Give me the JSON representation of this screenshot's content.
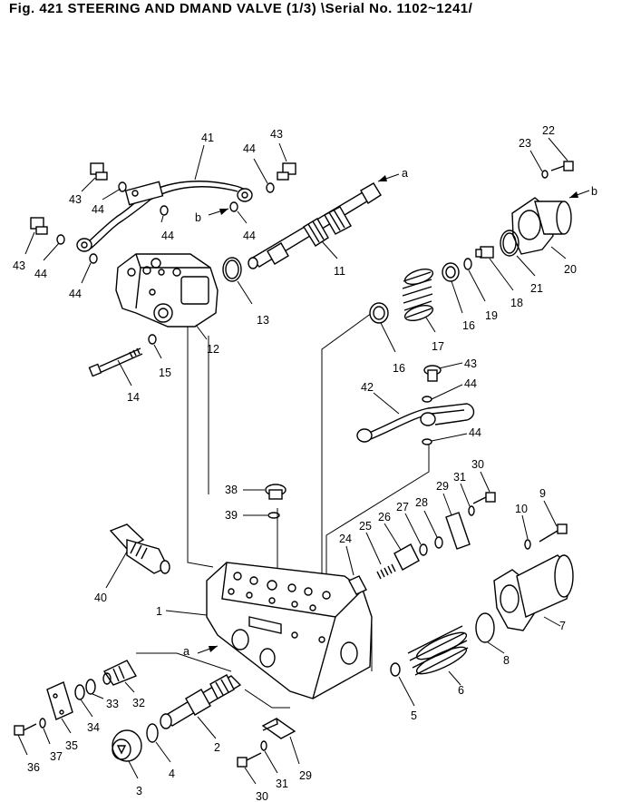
{
  "figure": {
    "title": "Fig. 421   STEERING AND DMAND VALVE (1/3) \\Serial No. 1102~1241/"
  },
  "part_numbers": [
    "1",
    "2",
    "3",
    "4",
    "5",
    "6",
    "7",
    "8",
    "9",
    "10",
    "11",
    "12",
    "13",
    "14",
    "15",
    "16",
    "17",
    "18",
    "19",
    "20",
    "21",
    "22",
    "23",
    "24",
    "25",
    "26",
    "27",
    "28",
    "29",
    "30",
    "31",
    "32",
    "33",
    "34",
    "35",
    "36",
    "37",
    "38",
    "39",
    "40",
    "41",
    "42",
    "43",
    "44"
  ],
  "labels": {
    "p41": "41",
    "p44_a": "44",
    "p43_a": "43",
    "p43_b": "43",
    "p44_b": "44",
    "p44_c": "44",
    "p43_c": "43",
    "p44_d": "44",
    "p44_e": "44",
    "p44_f": "44",
    "p12": "12",
    "p13": "13",
    "p11": "11",
    "p14": "14",
    "p15": "15",
    "p22": "22",
    "p23": "23",
    "p20": "20",
    "p21": "21",
    "p18": "18",
    "p19": "19",
    "p16_a": "16",
    "p17": "17",
    "p16_b": "16",
    "p43_d": "43",
    "p44_g": "44",
    "p42": "42",
    "p44_h": "44",
    "p38": "38",
    "p39": "39",
    "p40": "40",
    "p1": "1",
    "p30_a": "30",
    "p31_a": "31",
    "p29_a": "29",
    "p28": "28",
    "p27": "27",
    "p26": "26",
    "p25": "25",
    "p24": "24",
    "p9": "9",
    "p10": "10",
    "p7": "7",
    "p8": "8",
    "p6": "6",
    "p5": "5",
    "p2": "2",
    "p4": "4",
    "p3": "3",
    "p32": "32",
    "p33": "33",
    "p34": "34",
    "p35": "35",
    "p36": "36",
    "p37": "37",
    "p29_b": "29",
    "p30_b": "30",
    "p31_b": "31"
  },
  "flow_markers": {
    "a_top": "a",
    "b_right": "b",
    "b_left": "b",
    "a_bottom": "a"
  }
}
